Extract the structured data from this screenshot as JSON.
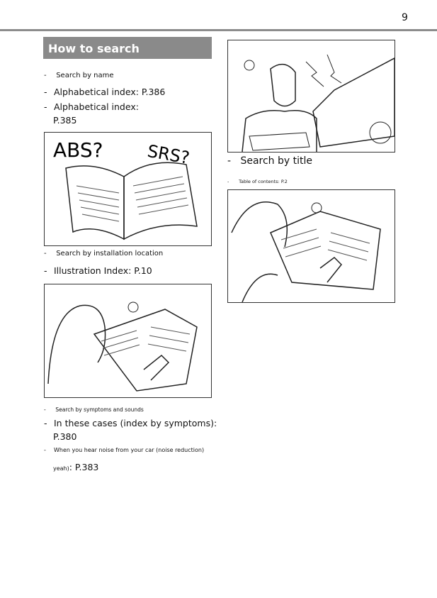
{
  "page_number": "9",
  "section_title": "How to search",
  "left": {
    "search_by_name": "Search by name",
    "alpha_index_1": "Alphabetical index: P.386",
    "alpha_index_2": "Alphabetical index:",
    "alpha_index_2_page": "P.385",
    "illustration_1_text": [
      "ABS?",
      "SRS?"
    ],
    "search_by_location": "Search by installation location",
    "illustration_index": "Illustration Index: P.10",
    "search_by_symptoms": "Search by symptoms and sounds",
    "symptoms_index": "In these cases (index by symptoms):",
    "symptoms_index_page": "P.380",
    "noise_line": "When you hear noise from your car (noise reduction)",
    "noise_line_cont": "yeah)",
    "noise_page": ": P.383"
  },
  "right": {
    "search_by_title": "Search by title",
    "table_of_contents": "Table of contents: P.2"
  },
  "bullet": "-"
}
